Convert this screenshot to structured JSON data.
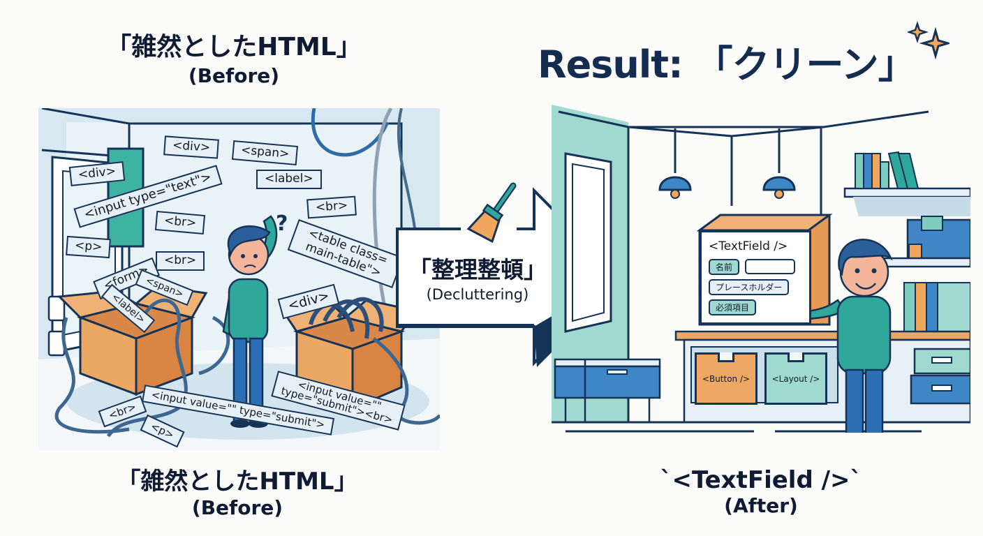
{
  "before_panel": {
    "heading": {
      "main": "「雑然としたHTML」",
      "sub": "(Before)"
    },
    "caption": {
      "main": "「雑然としたHTML」",
      "sub": "(Before)"
    },
    "tags": [
      {
        "text": "<div>"
      },
      {
        "text": "<span>"
      },
      {
        "text": "<div>"
      },
      {
        "text": "<label>"
      },
      {
        "text": "<input type=\"text\">"
      },
      {
        "text": "<br>"
      },
      {
        "text": "<br>"
      },
      {
        "text": "<p>"
      },
      {
        "text": "<br>"
      },
      {
        "text": "<table class=\nmain-table\">"
      },
      {
        "text": "<form>"
      },
      {
        "text": "<span>"
      },
      {
        "text": "<label>"
      },
      {
        "text": "<div>"
      },
      {
        "text": "<input value=\"\" type=\"submit\">"
      },
      {
        "text": "<input value=\"\"\ntype=\"submit\"><br>"
      },
      {
        "text": "<br>"
      },
      {
        "text": "<p>"
      }
    ],
    "question_mark": "?",
    "character_mood": "confused"
  },
  "arrow": {
    "main": "「整理整頓」",
    "sub": "(Decluttering)",
    "icon": "broom-icon"
  },
  "after_panel": {
    "heading": {
      "main": "Result: 「クリーン」",
      "icon": "sparkle-icon"
    },
    "caption": {
      "main": "`<TextField />`",
      "sub": "(After)"
    },
    "component_box": {
      "title": "<TextField />",
      "label_chip": "名前",
      "placeholder_chip": "プレースホルダー",
      "required_chip": "必須項目",
      "input_value": ""
    },
    "small_boxes": [
      {
        "label": "<Button />"
      },
      {
        "label": "<Layout />"
      }
    ],
    "character_mood": "happy"
  },
  "colors": {
    "navy": "#153356",
    "teal": "#2fa79b",
    "mint": "#9fd9cf",
    "orange": "#e9a05a",
    "blue": "#3f86c6",
    "light_blue_bg": "#d7e8f1",
    "text_dark": "#0f1b33"
  }
}
